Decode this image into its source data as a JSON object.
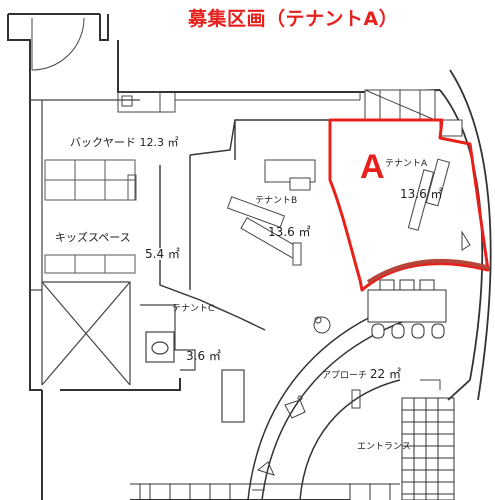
{
  "title": "募集区画（テナントA）",
  "marker": "A",
  "colors": {
    "highlight": "#e8201c",
    "curve": "#b5473a",
    "line": "#333333"
  },
  "rooms": {
    "backyard": {
      "name": "バックヤード",
      "area": "12.3 ㎡"
    },
    "kids": {
      "name": "キッズスペース",
      "area": "5.4 ㎡"
    },
    "tenant_a": {
      "name": "テナントA",
      "area": "13.6 ㎡"
    },
    "tenant_b": {
      "name": "テナントB",
      "area": "13.6 ㎡"
    },
    "tenant_c": {
      "name": "テナントC",
      "area": "3.6 ㎡"
    },
    "approach": {
      "name": "アプローチ",
      "area": "22 ㎡"
    },
    "entrance": {
      "name": "エントランス"
    }
  }
}
